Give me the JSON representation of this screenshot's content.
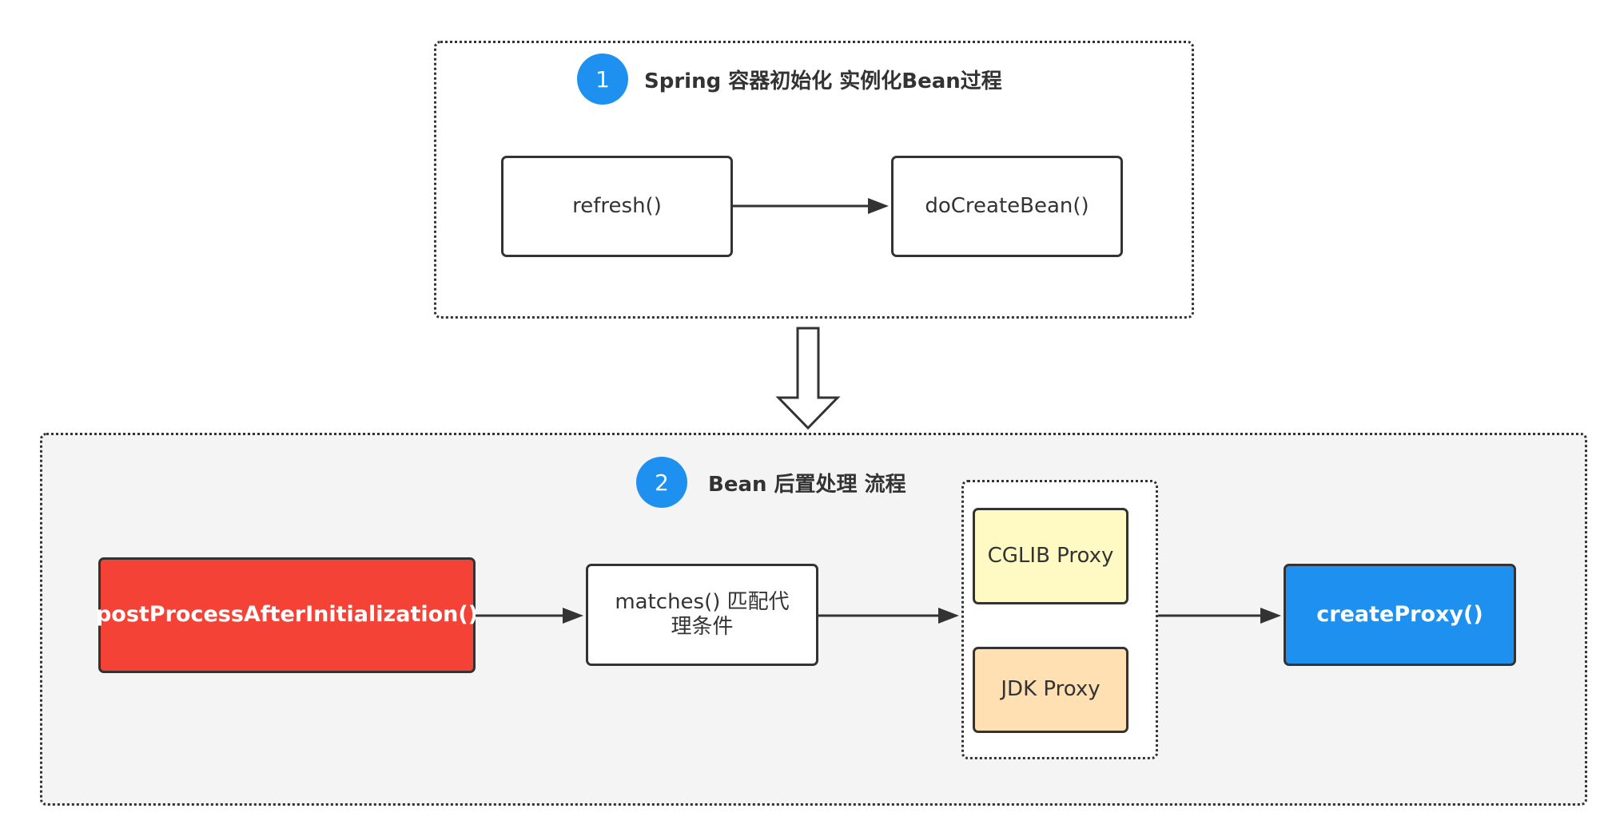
{
  "colors": {
    "badge": "#1e90f0",
    "start_node": "#f44336",
    "end_node": "#1e90f0",
    "cglib_node": "#fff9c4",
    "jdk_node": "#ffe0b2",
    "group_2_background": "#f4f4f4",
    "stroke": "#333333"
  },
  "group_1": {
    "badge": "1",
    "title": "Spring 容器初始化 实例化Bean过程",
    "nodes": {
      "refresh": "refresh()",
      "do_create_bean": "doCreateBean()"
    }
  },
  "group_2": {
    "badge": "2",
    "title": "Bean 后置处理 流程",
    "nodes": {
      "post_process": "postProcessAfterInitialization()",
      "matches": "matches() 匹配代理条件",
      "cglib_proxy": "CGLIB Proxy",
      "jdk_proxy": "JDK Proxy",
      "create_proxy": "createProxy()"
    }
  },
  "icons": {
    "flow_down_arrow": "hollow-down-arrow-icon"
  }
}
